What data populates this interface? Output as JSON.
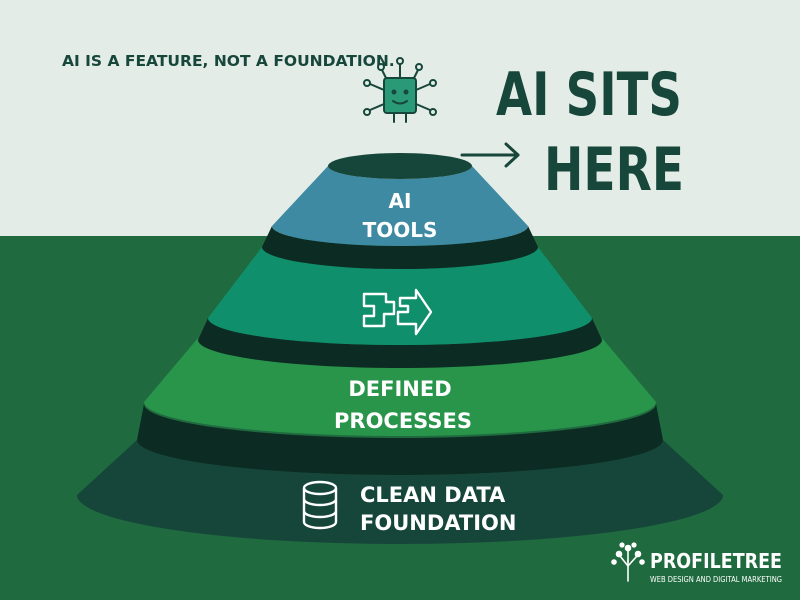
{
  "tagline": "AI IS A FEATURE, NOT A FOUNDATION.",
  "headline": {
    "line1": "AI SITS",
    "line2": "HERE"
  },
  "layers": [
    {
      "lines": [
        "AI",
        "TOOLS"
      ],
      "icon": ""
    },
    {
      "lines": [],
      "icon": "workflow-arrows-icon"
    },
    {
      "lines": [
        "DEFINED",
        "PROCESSES"
      ],
      "icon": ""
    },
    {
      "lines": [
        "CLEAN DATA",
        "FOUNDATION"
      ],
      "icon": "database-icon"
    }
  ],
  "icons": {
    "top": "robot-chip-icon",
    "arrow": "right-arrow-icon",
    "brand": "tree-logo-icon"
  },
  "brand": {
    "name": "PROFILETREE",
    "tagline": "WEB DESIGN AND DIGITAL MARKETING"
  },
  "colors": {
    "sky": "#e4ece7",
    "ground": "#1f6b3f",
    "tier_top": "#3f8aa3",
    "tier_2": "#0f8f6c",
    "tier_3": "#29954b",
    "tier_base": "#16463a",
    "divider": "#0c2c23",
    "ink": "#17463a"
  }
}
